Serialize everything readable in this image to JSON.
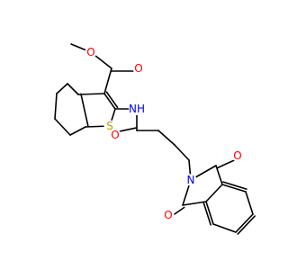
{
  "molecule": {
    "colors": {
      "carbon_bond": "#000000",
      "oxygen": "#ff0000",
      "nitrogen": "#0000ff",
      "sulfur": "#b5a200",
      "background": "#ffffff"
    },
    "atoms": {
      "ester_methyl_oxygen": {
        "label": "O",
        "element": "oxygen"
      },
      "ester_carbonyl_oxygen": {
        "label": "O",
        "element": "oxygen"
      },
      "amide_nitrogen": {
        "label": "NH",
        "element": "nitrogen"
      },
      "thiophene_sulfur": {
        "label": "S",
        "element": "sulfur"
      },
      "amide_carbonyl_oxygen": {
        "label": "O",
        "element": "oxygen"
      },
      "imide_nitrogen": {
        "label": "N",
        "element": "nitrogen"
      },
      "imide_carbonyl_oxygen_top": {
        "label": "O",
        "element": "oxygen"
      },
      "imide_carbonyl_oxygen_bottom": {
        "label": "O",
        "element": "oxygen"
      }
    }
  }
}
